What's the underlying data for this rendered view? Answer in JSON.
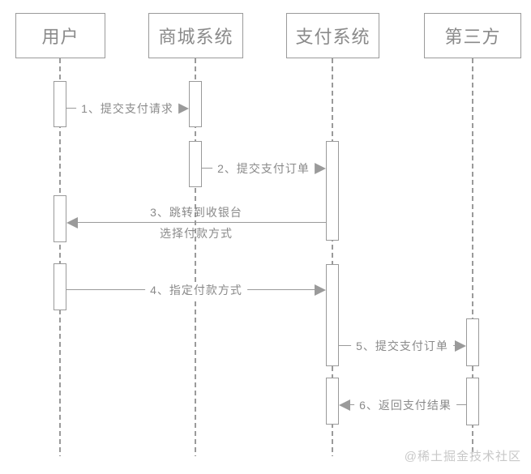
{
  "colors": {
    "line": "#9a9a9a",
    "box_border": "#9a9a9a",
    "actor_text": "#8a8a8a",
    "msg_text": "#8a8a8a",
    "watermark_text": "#c8c8c8",
    "background": "#ffffff"
  },
  "actors": [
    {
      "label": "用户"
    },
    {
      "label": "商城系统"
    },
    {
      "label": "支付系统"
    },
    {
      "label": "第三方"
    }
  ],
  "messages": [
    {
      "label": "1、提交支付请求",
      "from": "用户",
      "to": "商城系统",
      "direction": "right"
    },
    {
      "label": "2、提交支付订单",
      "from": "商城系统",
      "to": "支付系统",
      "direction": "right"
    },
    {
      "label": "3、跳转到收银台",
      "label_line2": "选择付款方式",
      "from": "支付系统",
      "to": "用户",
      "direction": "left"
    },
    {
      "label": "4、指定付款方式",
      "from": "用户",
      "to": "支付系统",
      "direction": "right"
    },
    {
      "label": "5、提交支付订单",
      "from": "支付系统",
      "to": "第三方",
      "direction": "right"
    },
    {
      "label": "6、返回支付结果",
      "from": "第三方",
      "to": "支付系统",
      "direction": "left"
    }
  ],
  "watermark": "@稀土掘金技术社区"
}
